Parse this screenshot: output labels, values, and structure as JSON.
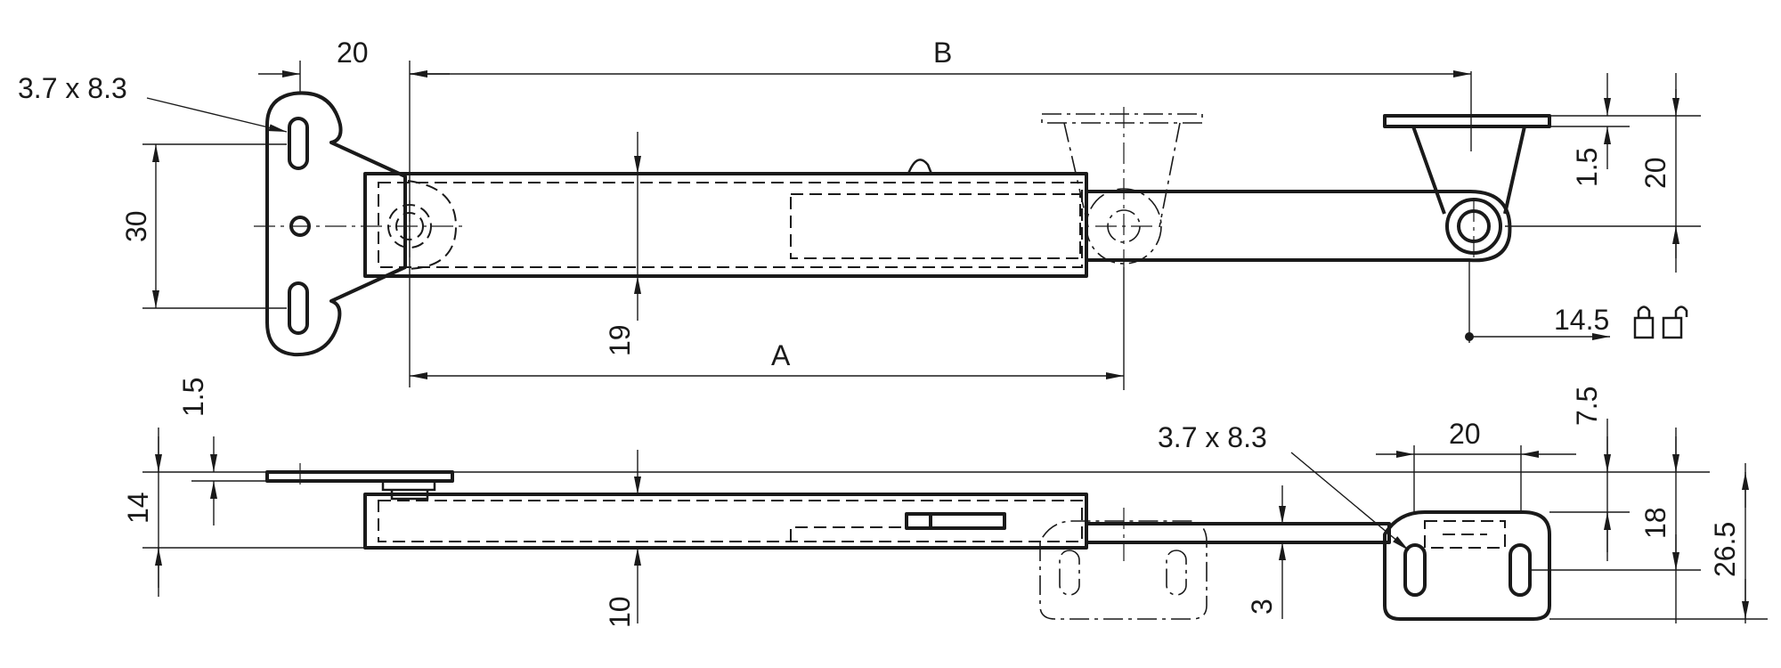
{
  "dimensions": {
    "top_slot": "3.7 x 8.3",
    "top_width_20": "20",
    "B": "B",
    "A": "A",
    "height_30": "30",
    "height_19": "19",
    "right_1_5": "1.5",
    "right_20": "20",
    "right_14_5": "14.5",
    "side_1_5": "1.5",
    "side_14": "14",
    "side_10": "10",
    "side_slot": "3.7 x 8.3",
    "side_width_20": "20",
    "side_7_5": "7.5",
    "side_18": "18",
    "side_26_5": "26.5",
    "side_3": "3"
  },
  "icons": [
    "padlock-closed-icon",
    "padlock-open-icon"
  ]
}
